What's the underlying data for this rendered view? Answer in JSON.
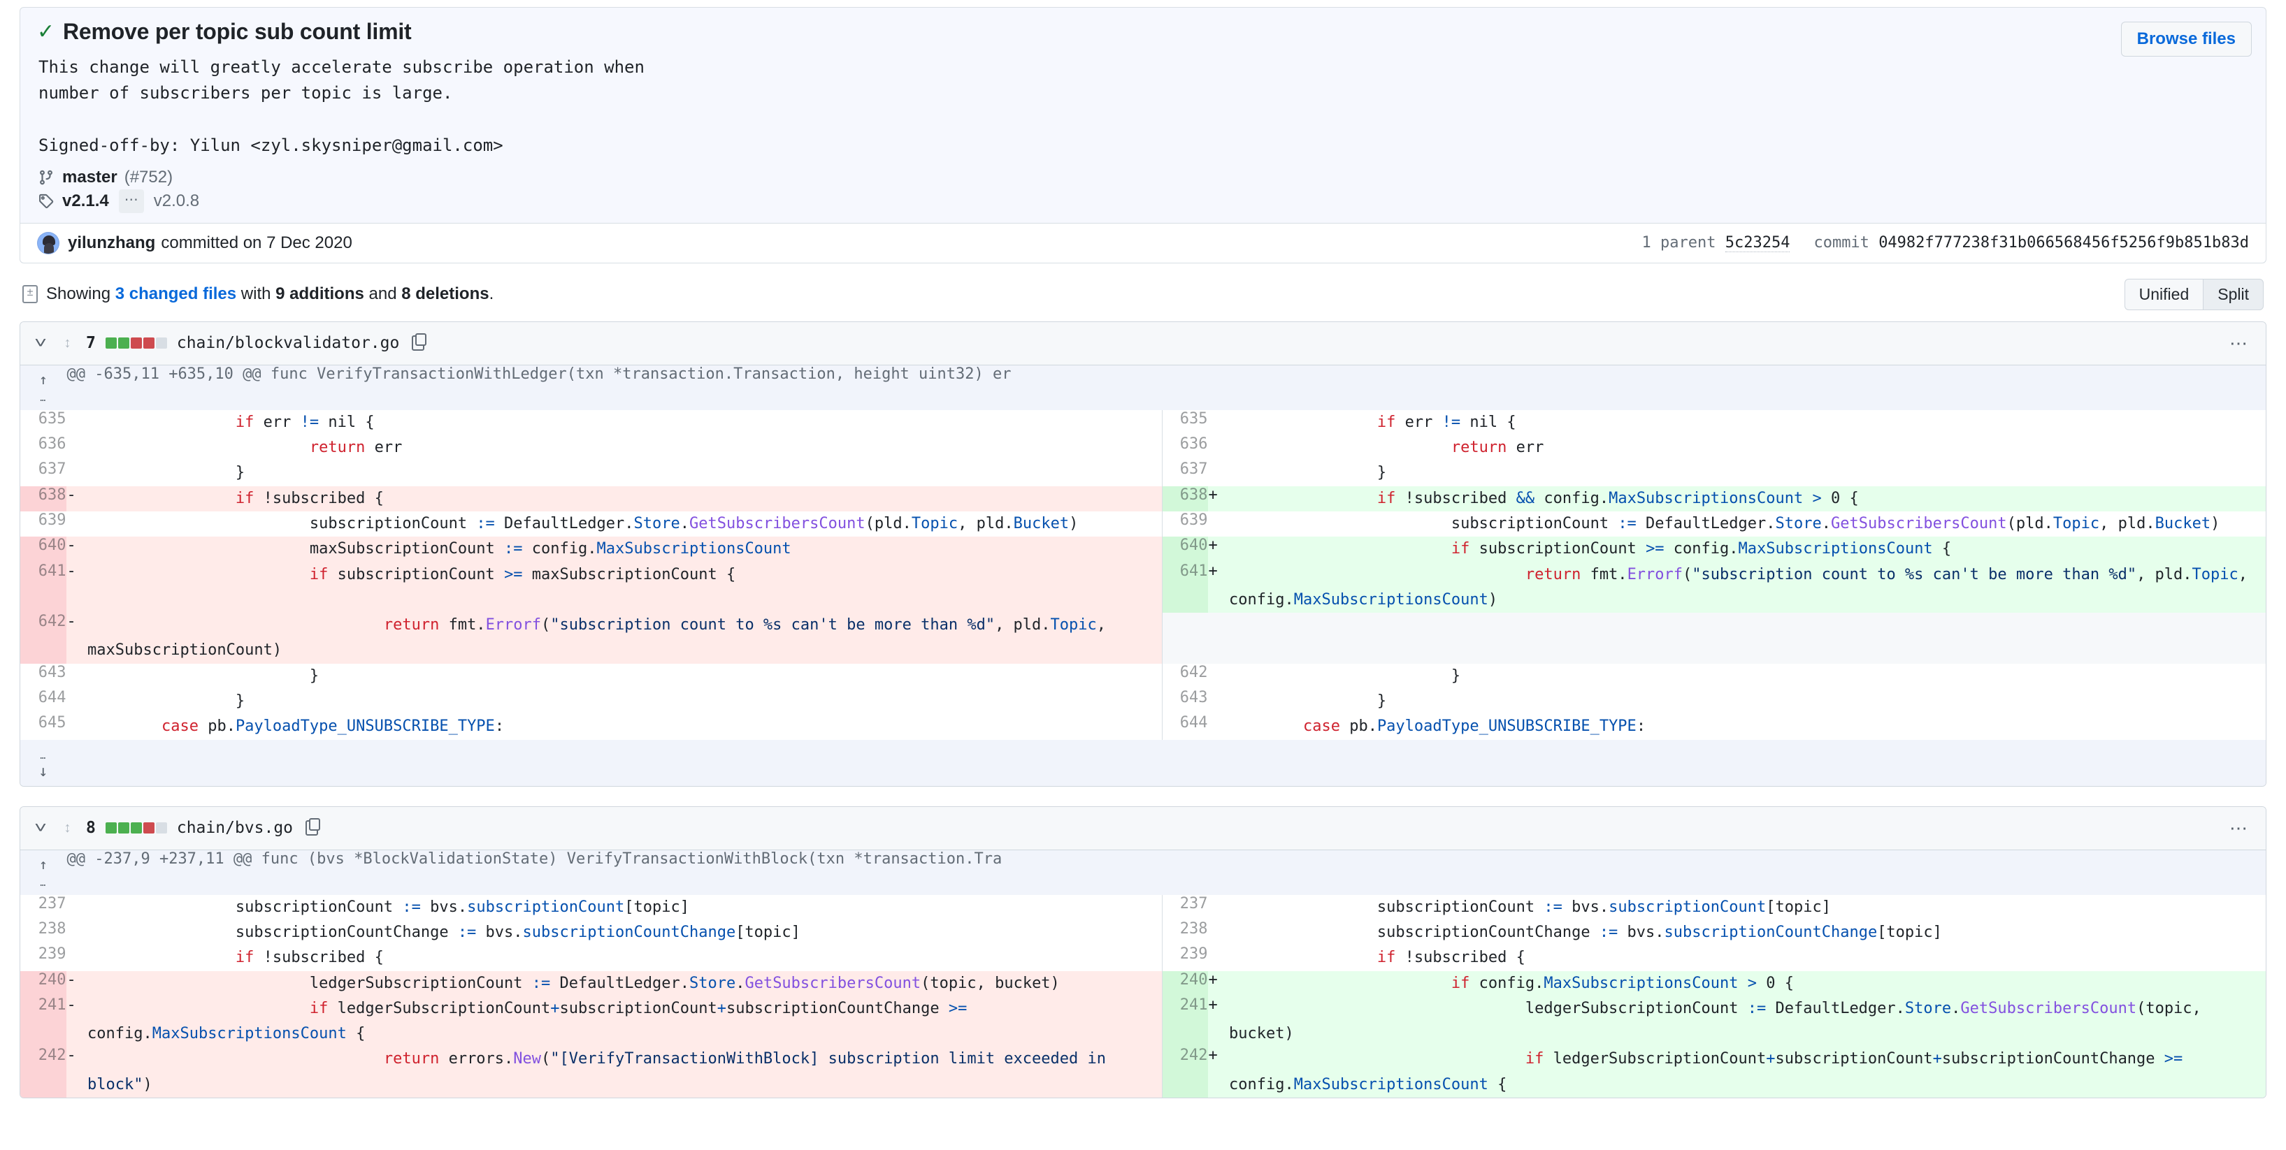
{
  "commit": {
    "status_icon": "check-icon",
    "title": "Remove per topic sub count limit",
    "description": "This change will greatly accelerate subscribe operation when\nnumber of subscribers per topic is large.\n\nSigned-off-by: Yilun <zyl.skysniper@gmail.com>",
    "browse_files_label": "Browse files",
    "branch_icon": "branch-icon",
    "branch_name": "master",
    "branch_pr": "(#752)",
    "tag_icon": "tag-icon",
    "tag_latest": "v2.1.4",
    "tag_ellipsis": "…",
    "tag_oldest": "v2.0.8",
    "author": "yilunzhang",
    "author_action": "committed on 7 Dec 2020",
    "parent_label": "1 parent",
    "parent_sha": "5c23254",
    "commit_label": "commit",
    "commit_sha": "04982f777238f31b066568456f5256f9b851b83d"
  },
  "summary": {
    "icon": "file-diff-icon",
    "prefix": "Showing ",
    "changed_files": "3 changed files",
    "mid": " with ",
    "additions": "9 additions",
    "and": " and ",
    "deletions": "8 deletions",
    "suffix": "."
  },
  "view_toggle": {
    "unified": "Unified",
    "split": "Split",
    "selected": "Split"
  },
  "files": [
    {
      "change_count": "7",
      "diffstat": [
        "add",
        "add",
        "del",
        "del",
        "non"
      ],
      "path": "chain/blockvalidator.go",
      "kebab": "…",
      "hunk_header": "@@ -635,11 +635,10 @@ func VerifyTransactionWithLedger(txn *transaction.Transaction, height uint32) er",
      "rows": [
        {
          "type": "context",
          "left_num": "635",
          "left_sign": "",
          "left_code": "                if err != nil {",
          "right_num": "635",
          "right_sign": "",
          "right_code": "                if err != nil {"
        },
        {
          "type": "context",
          "left_num": "636",
          "left_sign": "",
          "left_code": "                        return err",
          "right_num": "636",
          "right_sign": "",
          "right_code": "                        return err"
        },
        {
          "type": "context",
          "left_num": "637",
          "left_sign": "",
          "left_code": "                }",
          "right_num": "637",
          "right_sign": "",
          "right_code": "                }"
        },
        {
          "type": "change",
          "left_num": "638",
          "left_sign": "-",
          "left_code": "                if !subscribed {",
          "right_num": "638",
          "right_sign": "+",
          "right_code": "                if !subscribed && config.MaxSubscriptionsCount > 0 {"
        },
        {
          "type": "context",
          "left_num": "639",
          "left_sign": "",
          "left_code": "                        subscriptionCount := DefaultLedger.Store.GetSubscribersCount(pld.Topic, pld.Bucket)",
          "right_num": "639",
          "right_sign": "",
          "right_code": "                        subscriptionCount := DefaultLedger.Store.GetSubscribersCount(pld.Topic, pld.Bucket)"
        },
        {
          "type": "change",
          "left_num": "640",
          "left_sign": "-",
          "left_code": "                        maxSubscriptionCount := config.MaxSubscriptionsCount",
          "right_num": "640",
          "right_sign": "+",
          "right_code": "                        if subscriptionCount >= config.MaxSubscriptionsCount {"
        },
        {
          "type": "change",
          "left_num": "641",
          "left_sign": "-",
          "left_code": "                        if subscriptionCount >= maxSubscriptionCount {",
          "right_num": "641",
          "right_sign": "+",
          "right_code": "                                return fmt.Errorf(\"subscription count to %s can't be more than %d\", pld.Topic, config.MaxSubscriptionsCount)"
        },
        {
          "type": "del_only",
          "left_num": "642",
          "left_sign": "-",
          "left_code": "                                return fmt.Errorf(\"subscription count to %s can't be more than %d\", pld.Topic, maxSubscriptionCount)",
          "right_num": "",
          "right_sign": "",
          "right_code": ""
        },
        {
          "type": "context",
          "left_num": "643",
          "left_sign": "",
          "left_code": "                        }",
          "right_num": "642",
          "right_sign": "",
          "right_code": "                        }"
        },
        {
          "type": "context",
          "left_num": "644",
          "left_sign": "",
          "left_code": "                }",
          "right_num": "643",
          "right_sign": "",
          "right_code": "                }"
        },
        {
          "type": "context",
          "left_num": "645",
          "left_sign": "",
          "left_code": "        case pb.PayloadType_UNSUBSCRIBE_TYPE:",
          "right_num": "644",
          "right_sign": "",
          "right_code": "        case pb.PayloadType_UNSUBSCRIBE_TYPE:"
        }
      ],
      "has_bottom_expander": true
    },
    {
      "change_count": "8",
      "diffstat": [
        "add",
        "add",
        "add",
        "del",
        "non"
      ],
      "path": "chain/bvs.go",
      "kebab": "…",
      "hunk_header": "@@ -237,9 +237,11 @@ func (bvs *BlockValidationState) VerifyTransactionWithBlock(txn *transaction.Tra",
      "rows": [
        {
          "type": "context",
          "left_num": "237",
          "left_sign": "",
          "left_code": "                subscriptionCount := bvs.subscriptionCount[topic]",
          "right_num": "237",
          "right_sign": "",
          "right_code": "                subscriptionCount := bvs.subscriptionCount[topic]"
        },
        {
          "type": "context",
          "left_num": "238",
          "left_sign": "",
          "left_code": "                subscriptionCountChange := bvs.subscriptionCountChange[topic]",
          "right_num": "238",
          "right_sign": "",
          "right_code": "                subscriptionCountChange := bvs.subscriptionCountChange[topic]"
        },
        {
          "type": "context",
          "left_num": "239",
          "left_sign": "",
          "left_code": "                if !subscribed {",
          "right_num": "239",
          "right_sign": "",
          "right_code": "                if !subscribed {"
        },
        {
          "type": "change",
          "left_num": "240",
          "left_sign": "-",
          "left_code": "                        ledgerSubscriptionCount := DefaultLedger.Store.GetSubscribersCount(topic, bucket)",
          "right_num": "240",
          "right_sign": "+",
          "right_code": "                        if config.MaxSubscriptionsCount > 0 {"
        },
        {
          "type": "change",
          "left_num": "241",
          "left_sign": "-",
          "left_code": "                        if ledgerSubscriptionCount+subscriptionCount+subscriptionCountChange >= config.MaxSubscriptionsCount {",
          "right_num": "241",
          "right_sign": "+",
          "right_code": "                                ledgerSubscriptionCount := DefaultLedger.Store.GetSubscribersCount(topic, bucket)"
        },
        {
          "type": "change",
          "left_num": "242",
          "left_sign": "-",
          "left_code": "                                return errors.New(\"[VerifyTransactionWithBlock] subscription limit exceeded in block\")",
          "right_num": "242",
          "right_sign": "+",
          "right_code": "                                if ledgerSubscriptionCount+subscriptionCount+subscriptionCountChange >= config.MaxSubscriptionsCount {"
        }
      ],
      "has_bottom_expander": false
    }
  ]
}
